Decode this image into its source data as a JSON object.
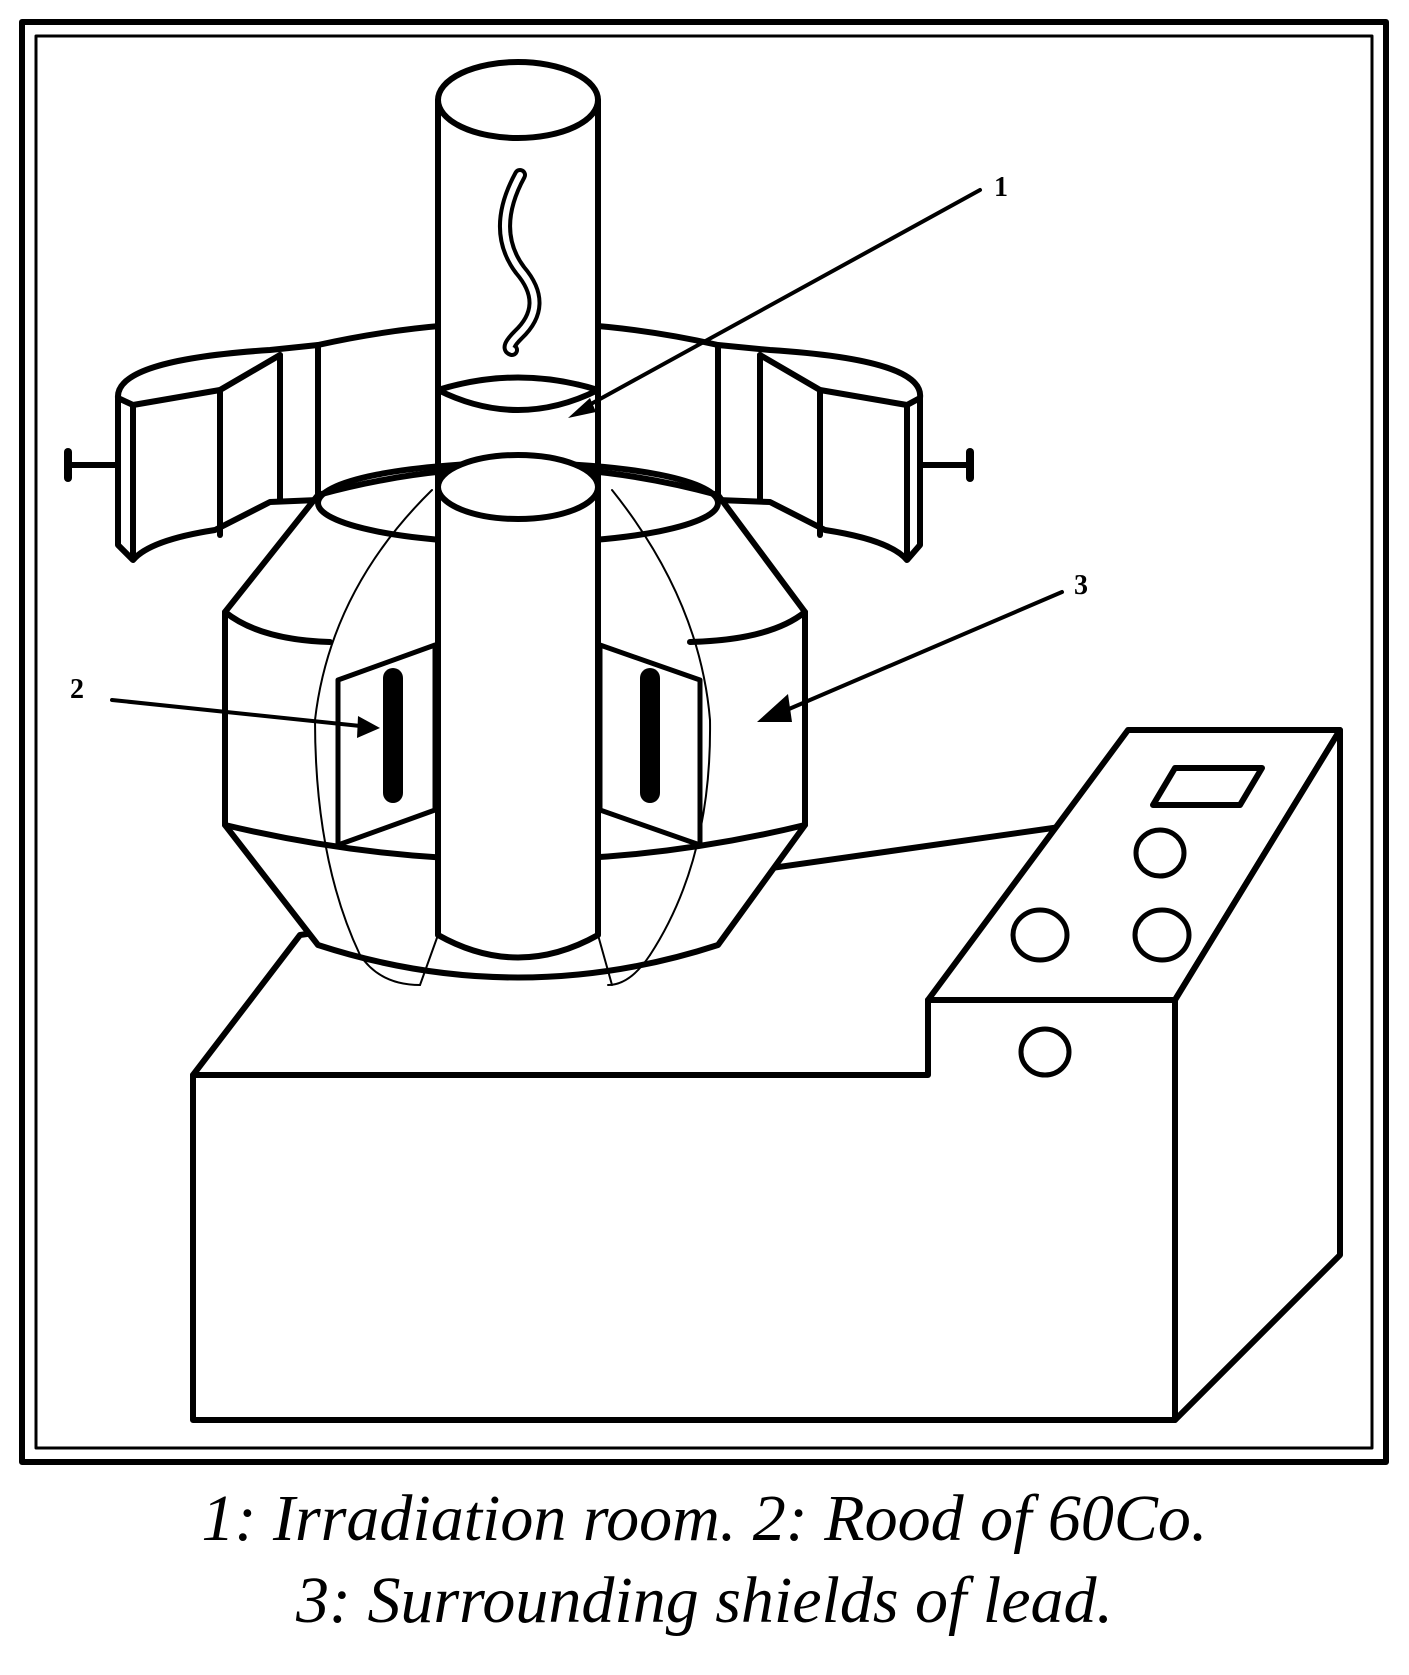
{
  "labels": {
    "one": "1",
    "two": "2",
    "three": "3"
  },
  "caption": {
    "line1": "1: Irradiation room.  2: Rood of 60Co.",
    "line2": "3: Surrounding shields of lead."
  }
}
